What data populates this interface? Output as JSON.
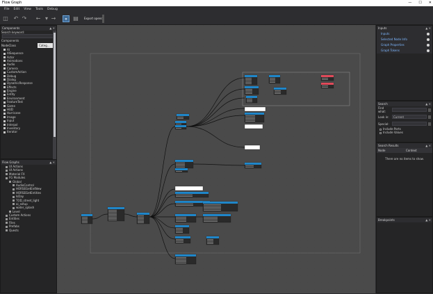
{
  "window": {
    "title": "Flow Graph"
  },
  "menu": [
    "File",
    "Edit",
    "View",
    "Tools",
    "Debug"
  ],
  "toolbar": {
    "export_label": "Export opend"
  },
  "components": {
    "title": "Components",
    "search_label": "Search keyword:",
    "components_label": "Components",
    "col_node_class": "NodeClass",
    "col_category": "Categ...",
    "items": [
      "AI",
      "AISequence",
      "Actor",
      "Animations",
      "Audio",
      "Camera",
      "CustomAction",
      "Debug",
      "Dialog",
      "DynamicResponse",
      "Effects",
      "Engine",
      "Entity",
      "Environment",
      "FeatureTest",
      "Game",
      "HUD",
      "Hurricane",
      "Image",
      "Input",
      "Interpol",
      "Inventory",
      "Iterator"
    ]
  },
  "flowgraphs": {
    "title": "Flow Graphs",
    "items": [
      "UI Actions",
      "UI Actions",
      "Material FX",
      "FG Modules",
      "Global",
      "AudioControl",
      "HORSEGetEntNew",
      "HORSEGetEntities",
      "IsDay",
      "TOD_street_light",
      "ai_setup",
      "water_splash",
      "Level",
      "Custom Actions",
      "Entities",
      "Files",
      "Prefabs",
      "Quests"
    ]
  },
  "inputs": {
    "title": "Inputs",
    "items": [
      "Inputs",
      "Selected Node Info",
      "Graph Properties",
      "Graph Tokens"
    ]
  },
  "search": {
    "title": "Search",
    "find_what_label": "Find what:",
    "look_in_label": "Look in:",
    "look_in_value": "Current",
    "special_label": "Special:",
    "include_ports": "Include Ports",
    "include_values": "Include Values"
  },
  "search_results": {
    "title": "Search Results",
    "col_node": "Node",
    "col_context": "Context",
    "empty_text": "There are no items to show."
  },
  "breakpoints": {
    "title": "Breakpoints"
  },
  "colors": {
    "accent": "#3e6a96",
    "node_header": "#1f86c9",
    "link": "#7db7ff"
  }
}
